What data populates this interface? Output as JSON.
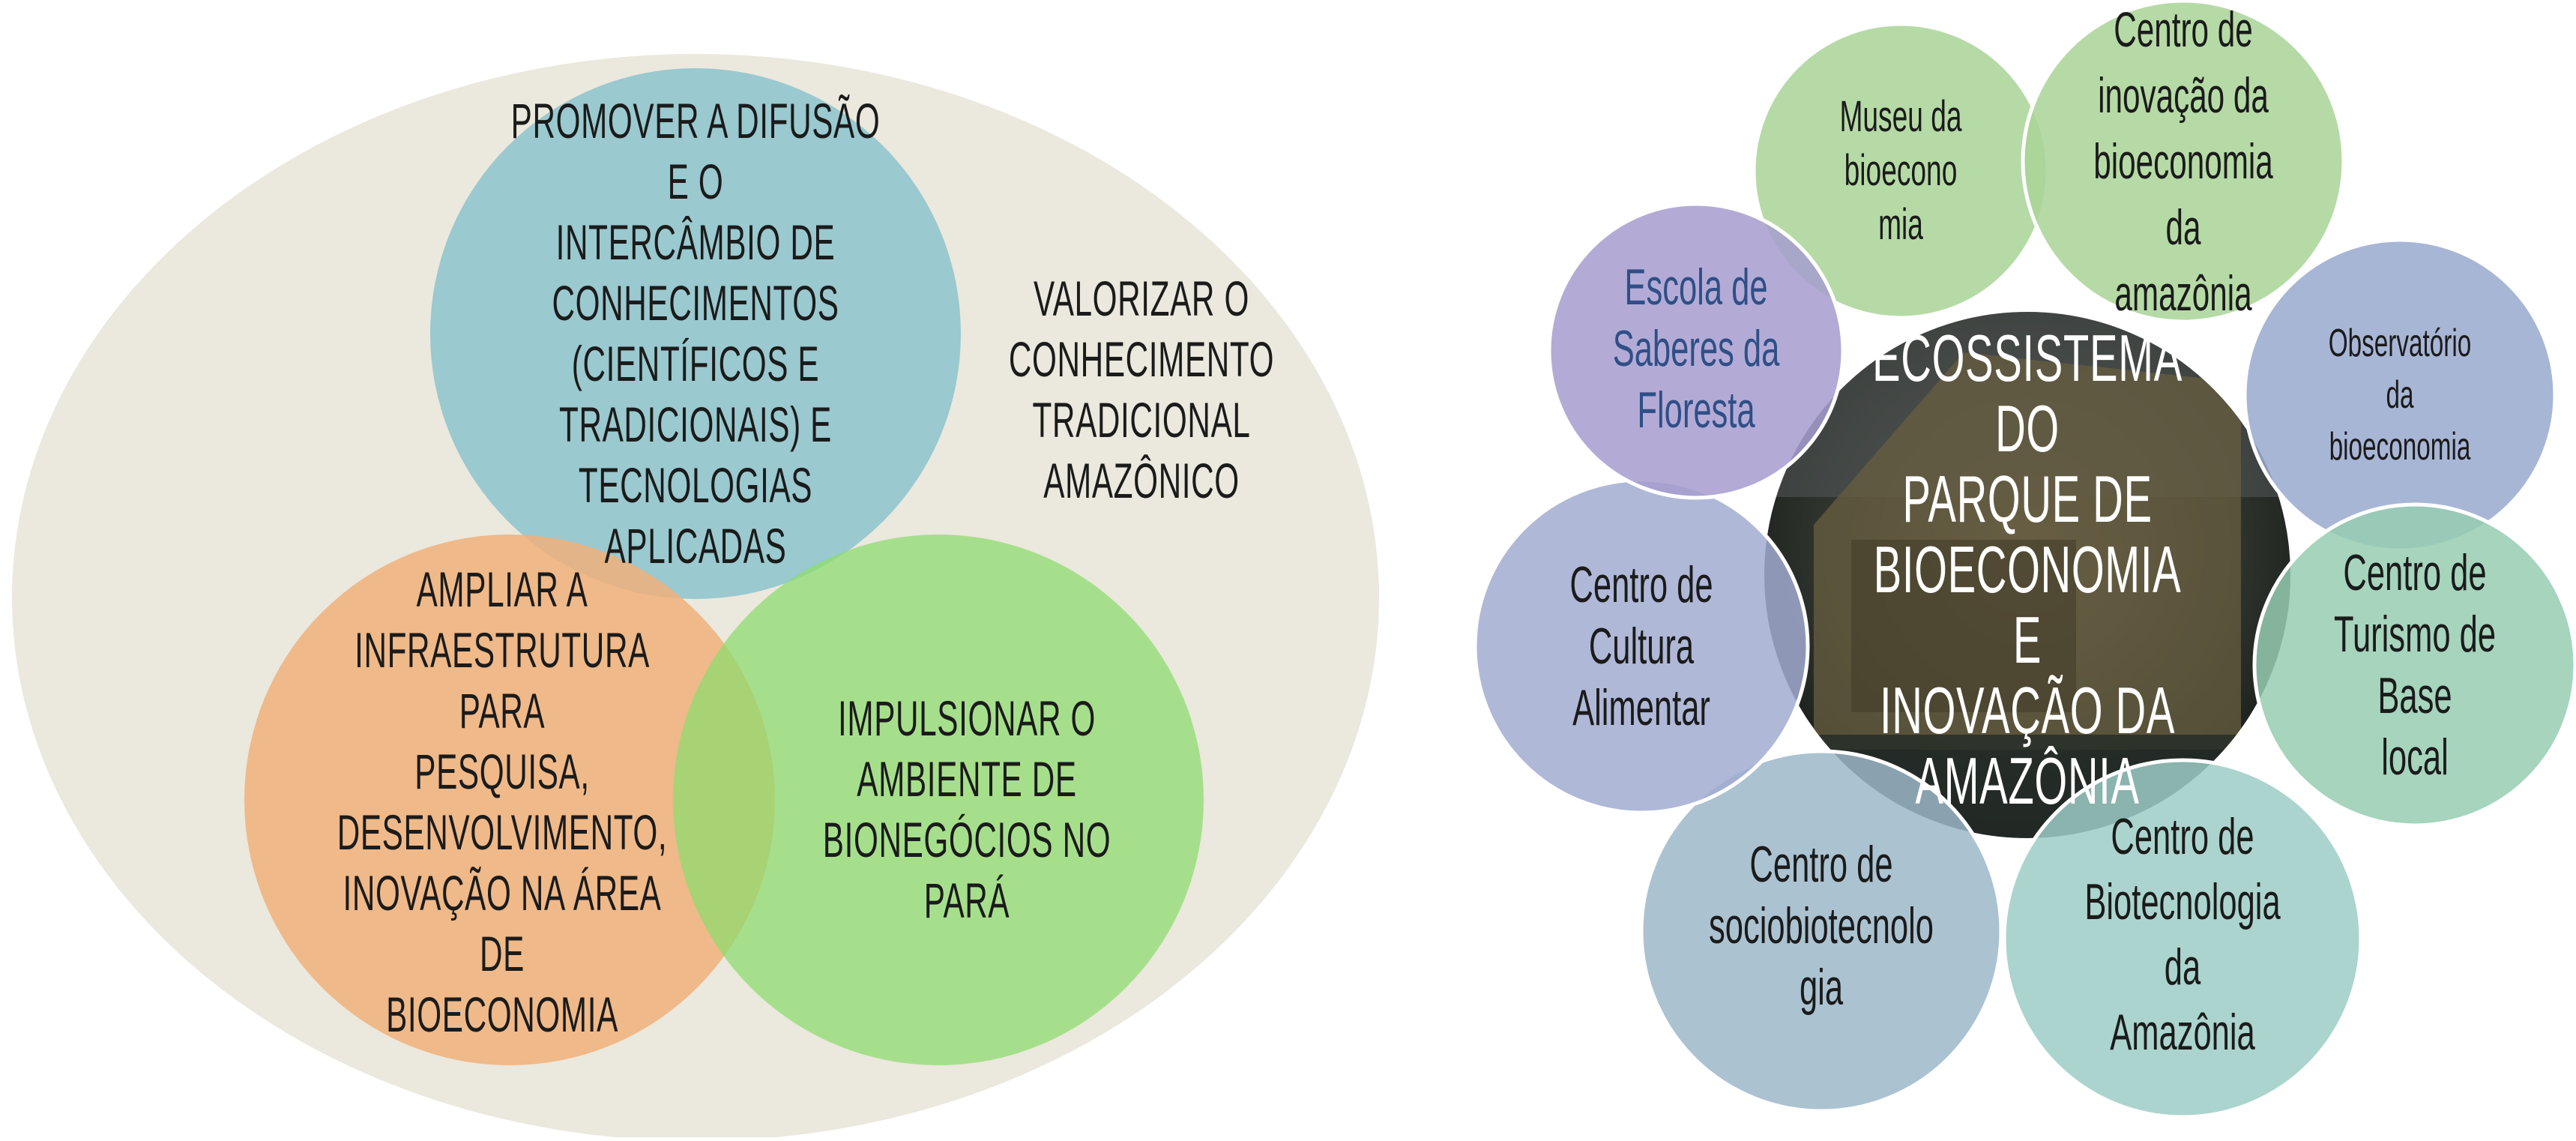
{
  "venn": {
    "background_label": "VALORIZAR O\nCONHECIMENTO\nTRADICIONAL\nAMAZÔNICO",
    "circles": [
      {
        "key": "top",
        "label": "PROMOVER A  DIFUSÃO E O\nINTERCÂMBIO DE\nCONHECIMENTOS\n(CIENTÍFICOS E\nTRADICIONAIS) E\nTECNOLOGIAS  APLICADAS",
        "color": "#8cc3cc"
      },
      {
        "key": "left",
        "label": "AMPLIAR A\nINFRAESTRUTURA  PARA\nPESQUISA,\nDESENVOLVIMENTO,\nINOVAÇÃO NA ÁREA DE\nBIOECONOMIA",
        "color": "#f0b07a"
      },
      {
        "key": "right",
        "label": "IMPULSIONAR O\nAMBIENTE DE\nBIONEGÓCIOS NO\nPARÁ",
        "color": "#8fdc6f"
      }
    ],
    "colors": {
      "ellipse": "#ebe8dd"
    }
  },
  "ecosystem": {
    "center_label": "ECOSSISTEMA DO\nPARQUE DE\nBIOECONOMIA E\nINOVAÇÃO DA\nAMAZÔNIA",
    "nodes": [
      {
        "key": "museu",
        "label": "Museu da\nbioecono\nmia",
        "color": "#a9d396",
        "text_color": "#1b1b1b"
      },
      {
        "key": "inovacao",
        "label": "Centro de\ninovação da\nbioeconomia da\namazônia",
        "color": "#a9d396",
        "text_color": "#1b1b1b"
      },
      {
        "key": "observatorio",
        "label": "Observatório\nda\nbioeconomia",
        "color": "#99a9cf",
        "text_color": "#1b1b1b"
      },
      {
        "key": "turismo",
        "label": "Centro de\nTurismo de Base\nlocal",
        "color": "#96cdb1",
        "text_color": "#1b1b1b"
      },
      {
        "key": "biotecnologia",
        "label": "Centro de\nBiotecnologia da\nAmazônia",
        "color": "#9cccc6",
        "text_color": "#1b1b1b"
      },
      {
        "key": "socio",
        "label": "Centro de\nsociobiotecnolo\ngia",
        "color": "#9cb7c9",
        "text_color": "#1b1b1b"
      },
      {
        "key": "cultura",
        "label": "Centro de\nCultura\nAlimentar",
        "color": "#a1acd0",
        "text_color": "#1b1b1b"
      },
      {
        "key": "escola",
        "label": "Escola de\nSaberes da\nFloresta",
        "color": "#a69ccf",
        "text_color": "#2f4f86"
      }
    ]
  }
}
